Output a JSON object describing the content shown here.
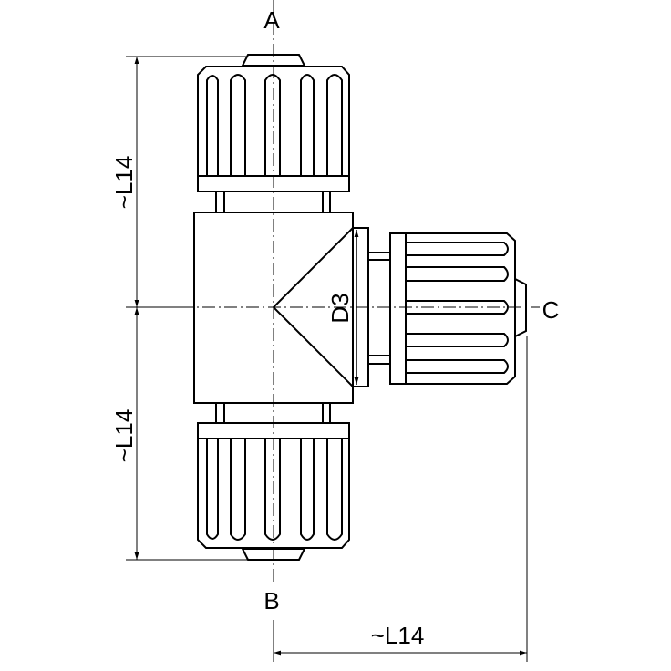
{
  "ports": {
    "a": "A",
    "b": "B",
    "c": "C"
  },
  "dimensions": {
    "left_top": "~L14",
    "left_bottom": "~L14",
    "bottom": "~L14",
    "diameter": "D3"
  },
  "colors": {
    "line": "#000000",
    "background": "#ffffff"
  }
}
